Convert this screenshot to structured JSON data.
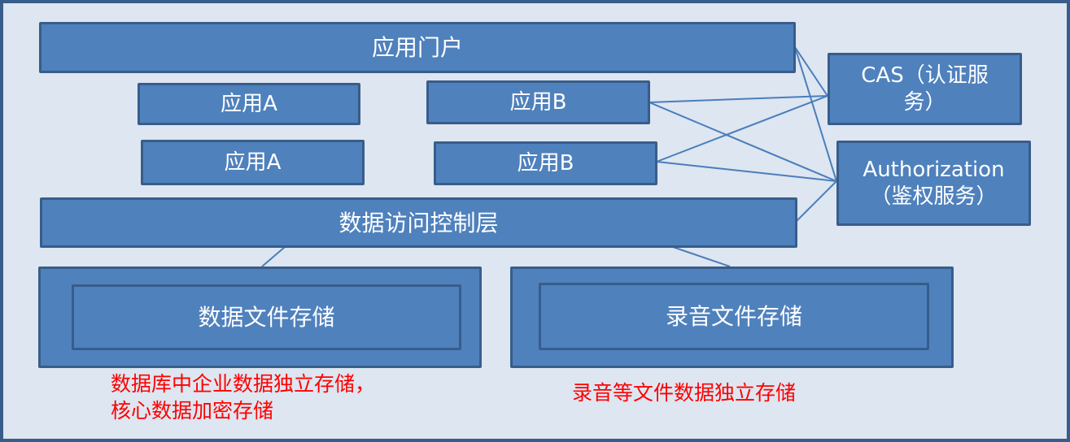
{
  "diagram": {
    "colors": {
      "background": "#dce6f2",
      "frame_border": "#385d8a",
      "box_fill": "#4f81bd",
      "box_border": "#385d8a",
      "box_text": "#ffffff",
      "link_line": "#4a7ebb",
      "note_text": "#ff0000"
    },
    "nodes": {
      "portal": {
        "label": "应用门户"
      },
      "app_a_1": {
        "label": "应用A"
      },
      "app_b_1": {
        "label": "应用B"
      },
      "app_a_2": {
        "label": "应用A"
      },
      "app_b_2": {
        "label": "应用B"
      },
      "cas": {
        "line1": "CAS（认证服",
        "line2": "务）"
      },
      "authorization": {
        "line1": "Authorization",
        "line2": "（鉴权服务）"
      },
      "data_access_layer": {
        "label": "数据访问控制层"
      },
      "data_file_storage": {
        "label": "数据文件存储"
      },
      "recording_file_storage": {
        "label": "录音文件存储"
      }
    },
    "edges": [
      {
        "from": "portal",
        "to": "cas"
      },
      {
        "from": "portal",
        "to": "authorization"
      },
      {
        "from": "app_b_1",
        "to": "cas"
      },
      {
        "from": "app_b_1",
        "to": "authorization"
      },
      {
        "from": "app_b_2",
        "to": "cas"
      },
      {
        "from": "app_b_2",
        "to": "authorization"
      },
      {
        "from": "data_access_layer",
        "to": "authorization"
      },
      {
        "from": "data_access_layer",
        "to": "data_file_storage"
      },
      {
        "from": "data_access_layer",
        "to": "recording_file_storage"
      }
    ],
    "notes": {
      "data_storage_note": "数据库中企业数据独立存储，\n核心数据加密存储",
      "recording_storage_note": "录音等文件数据独立存储"
    }
  }
}
